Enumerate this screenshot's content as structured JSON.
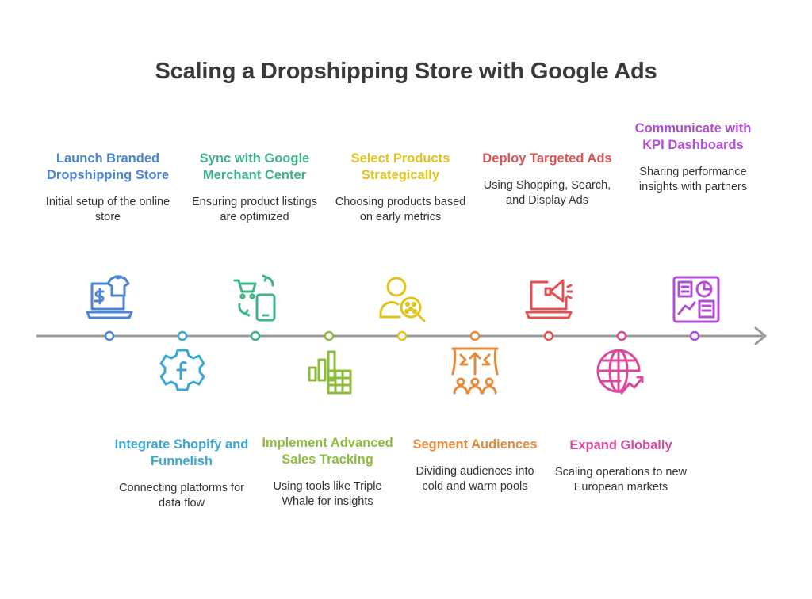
{
  "title": "Scaling a Dropshipping Store with Google Ads",
  "steps": [
    {
      "title": "Launch Branded Dropshipping Store",
      "desc": "Initial setup of the online store",
      "color": "#4a86d4",
      "icon": "laptop-store-icon"
    },
    {
      "title": "Integrate Shopify and Funnelish",
      "desc": "Connecting platforms for data flow",
      "color": "#3aa7d6",
      "icon": "gear-f-icon"
    },
    {
      "title": "Sync with Google Merchant Center",
      "desc": "Ensuring product listings are optimized",
      "color": "#3fb486",
      "icon": "cart-phone-sync-icon"
    },
    {
      "title": "Implement Advanced Sales Tracking",
      "desc": "Using tools like Triple Whale for insights",
      "color": "#8dbb3c",
      "icon": "bar-chart-table-icon"
    },
    {
      "title": "Select Products Strategically",
      "desc": "Choosing products based on early metrics",
      "color": "#e2c31c",
      "icon": "person-magnifier-icon"
    },
    {
      "title": "Segment Audiences",
      "desc": "Dividing audiences into cold and warm pools",
      "color": "#e58a3a",
      "icon": "audience-split-icon"
    },
    {
      "title": "Deploy Targeted Ads",
      "desc": "Using Shopping, Search, and Display Ads",
      "color": "#e05252",
      "icon": "laptop-megaphone-icon"
    },
    {
      "title": "Expand Globally",
      "desc": "Scaling operations to new European markets",
      "color": "#d9499a",
      "icon": "globe-growth-icon"
    },
    {
      "title": "Communicate with KPI Dashboards",
      "desc": "Sharing performance insights with partners",
      "color": "#b34fd6",
      "icon": "dashboard-icon"
    }
  ]
}
